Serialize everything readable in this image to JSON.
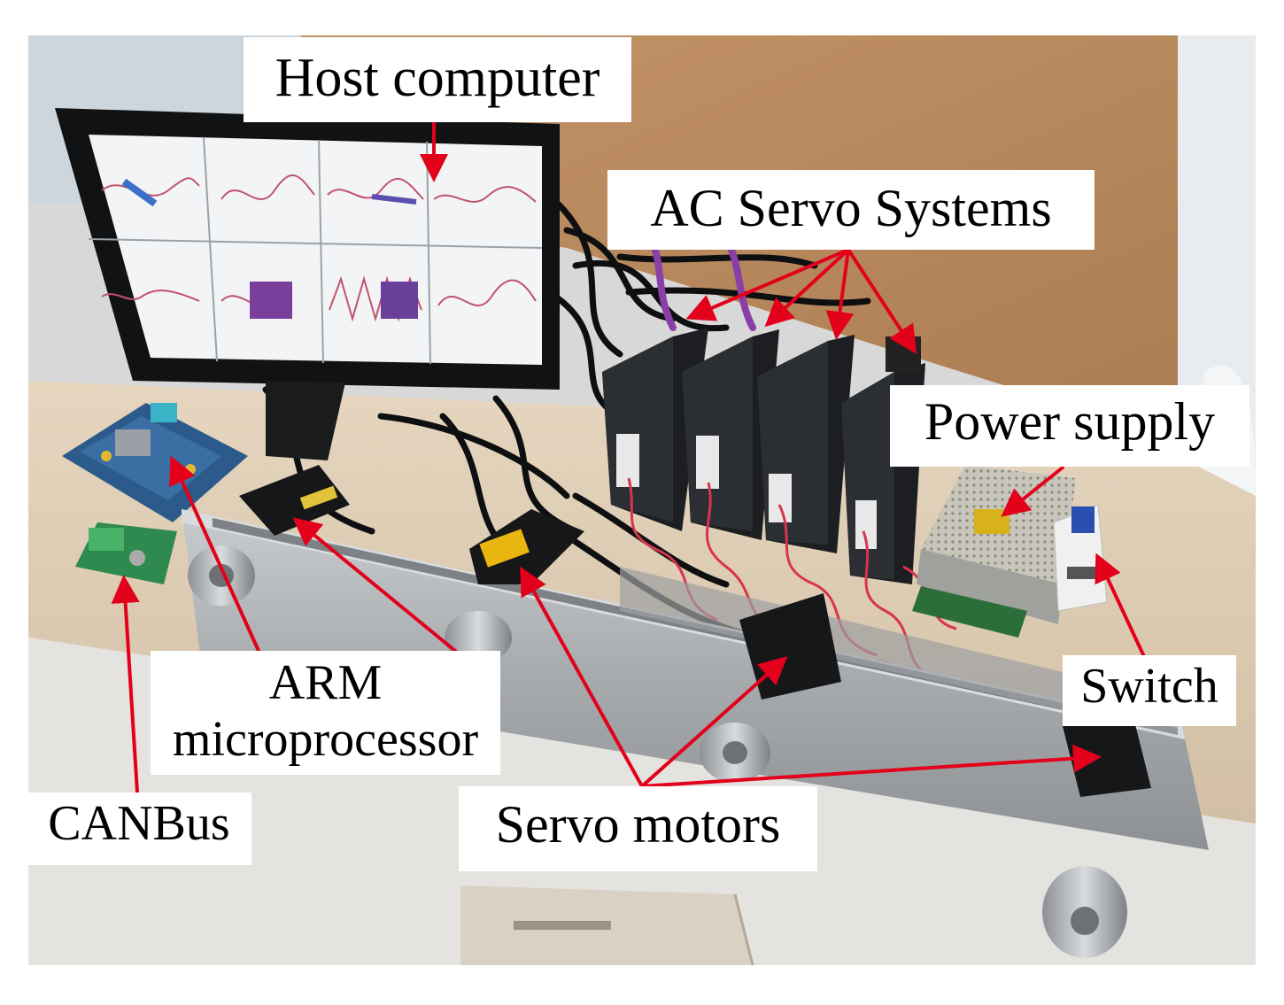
{
  "labels": {
    "host_computer": "Host computer",
    "ac_servo_systems": "AC Servo Systems",
    "power_supply": "Power supply",
    "switch": "Switch",
    "arm_line1": "ARM",
    "arm_line2": "microprocessor",
    "canbus": "CANBus",
    "servo_motors": "Servo motors"
  },
  "colors": {
    "arrow": "#e3001b",
    "wall": "#b98a5c",
    "desk": "#dcc9b0",
    "steel": "#b6b9bc",
    "drive": "#202326",
    "monitor_bezel": "#111213"
  }
}
